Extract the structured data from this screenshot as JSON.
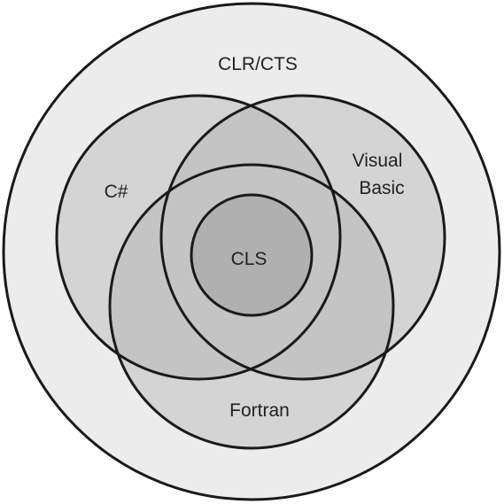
{
  "labels": {
    "outer": "CLR/CTS",
    "set_a": "C#",
    "set_b_line1": "Visual",
    "set_b_line2": "Basic",
    "set_c": "Fortran",
    "core": "CLS"
  },
  "colors": {
    "outer_fill": "#ececec",
    "set_fill": "#d4d4d4",
    "overlap_fill": "#c4c4c4",
    "core_fill": "#b0b0b0",
    "stroke": "#1a1a1a"
  }
}
